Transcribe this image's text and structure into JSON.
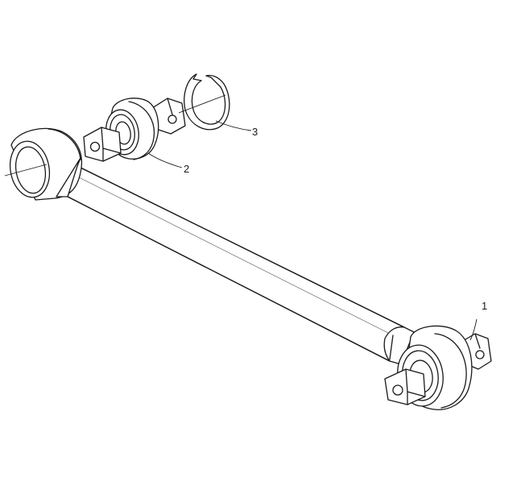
{
  "callouts": [
    {
      "id": "1",
      "label": "1",
      "part": "torque-rod-assembly"
    },
    {
      "id": "2",
      "label": "2",
      "part": "bushing-joint"
    },
    {
      "id": "3",
      "label": "3",
      "part": "retaining-snap-ring"
    }
  ],
  "colors": {
    "line": "#1a1a1a",
    "background": "#ffffff"
  }
}
